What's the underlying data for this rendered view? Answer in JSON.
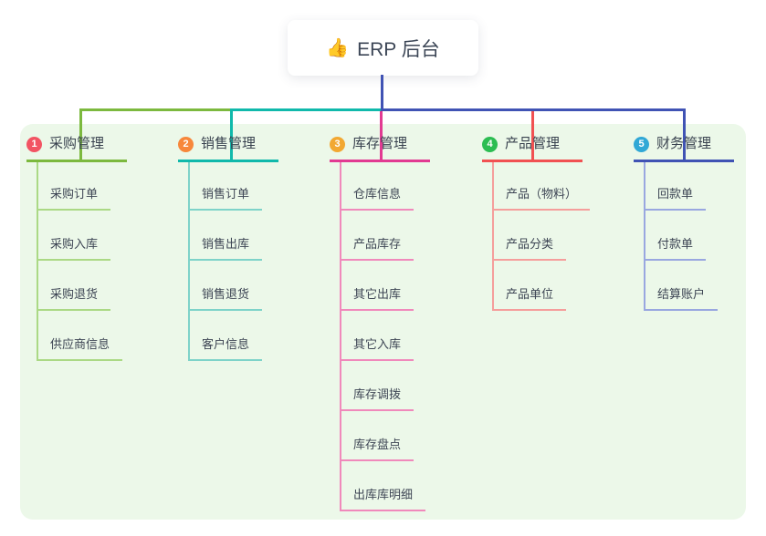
{
  "root": {
    "icon": "👍",
    "title": "ERP 后台"
  },
  "palette": {
    "panel_bg": "#ecf8e9",
    "root_line": "#4053b4",
    "text_color": "#3d4757"
  },
  "branches": [
    {
      "num": "1",
      "title": "采购管理",
      "badge_color": "#f25463",
      "line_color": "#7cb93e",
      "child_line_color": "#abd985",
      "children": [
        "采购订单",
        "采购入库",
        "采购退货",
        "供应商信息"
      ]
    },
    {
      "num": "2",
      "title": "销售管理",
      "badge_color": "#f7873b",
      "line_color": "#10b9ab",
      "child_line_color": "#7ed3c9",
      "children": [
        "销售订单",
        "销售出库",
        "销售退货",
        "客户信息"
      ]
    },
    {
      "num": "3",
      "title": "库存管理",
      "badge_color": "#f2a832",
      "line_color": "#e23a92",
      "child_line_color": "#f089bb",
      "children": [
        "仓库信息",
        "产品库存",
        "其它出库",
        "其它入库",
        "库存调拨",
        "库存盘点",
        "出库库明细"
      ]
    },
    {
      "num": "4",
      "title": "产品管理",
      "badge_color": "#2cbd52",
      "line_color": "#f15152",
      "child_line_color": "#f59e9c",
      "children": [
        "产品（物料）",
        "产品分类",
        "产品单位"
      ]
    },
    {
      "num": "5",
      "title": "财务管理",
      "badge_color": "#31a8d6",
      "line_color": "#4053b4",
      "child_line_color": "#99a7e0",
      "children": [
        "回款单",
        "付款单",
        "结算账户"
      ]
    }
  ]
}
